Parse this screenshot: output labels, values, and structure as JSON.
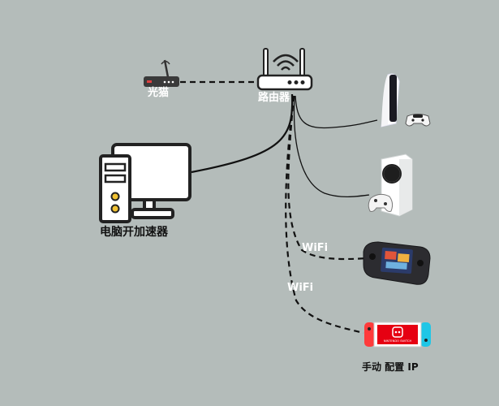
{
  "diagram": {
    "background": "#b4bcba",
    "nodes": {
      "modem": {
        "label": "光猫",
        "icon": "modem-icon"
      },
      "router": {
        "label": "路由器",
        "icon": "router-icon"
      },
      "pc": {
        "label": "电脑开加速器",
        "icon": "desktop-pc-icon"
      },
      "ps5": {
        "label": "",
        "icon": "ps5-console-icon"
      },
      "xbox": {
        "label": "",
        "icon": "xbox-series-s-icon"
      },
      "steamdeck": {
        "label": "",
        "icon": "steam-deck-icon"
      },
      "switch": {
        "label": "手动 配置 IP",
        "icon": "nintendo-switch-icon"
      }
    },
    "links": {
      "modem_router": {
        "style": "dashed",
        "label": ""
      },
      "router_pc": {
        "style": "solid",
        "label": ""
      },
      "router_ps5": {
        "style": "solid",
        "label": ""
      },
      "router_xbox": {
        "style": "solid",
        "label": ""
      },
      "router_steamdeck": {
        "style": "dashed",
        "label": "WiFi"
      },
      "router_switch": {
        "style": "dashed",
        "label": "WiFi"
      }
    },
    "switch_logo_text": "NINTENDO SWITCH"
  }
}
